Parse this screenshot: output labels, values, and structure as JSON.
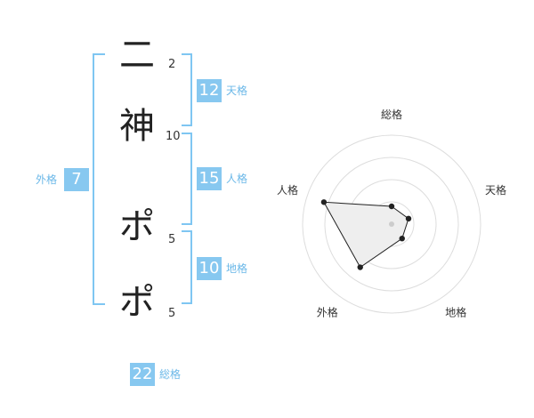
{
  "name": {
    "chars": [
      {
        "char": "二",
        "strokes": "2"
      },
      {
        "char": "神",
        "strokes": "10"
      },
      {
        "char": "ポ",
        "strokes": "5"
      },
      {
        "char": "ポ",
        "strokes": "5"
      }
    ]
  },
  "fortunes": {
    "tenkaku": {
      "value": "12",
      "label": "天格"
    },
    "jinkaku": {
      "value": "15",
      "label": "人格"
    },
    "chikaku": {
      "value": "10",
      "label": "地格"
    },
    "gaikaku": {
      "value": "7",
      "label": "外格"
    },
    "soukaku": {
      "value": "22",
      "label": "総格"
    }
  },
  "colors": {
    "accent": "#87c8f0",
    "bracket": "#7fc6f2",
    "label": "#6bb8e8"
  },
  "chart_data": {
    "type": "radar",
    "axes": [
      "総格",
      "天格",
      "地格",
      "外格",
      "人格"
    ],
    "values": [
      1,
      1,
      1,
      3,
      4
    ],
    "max": 5,
    "rings": 4
  }
}
